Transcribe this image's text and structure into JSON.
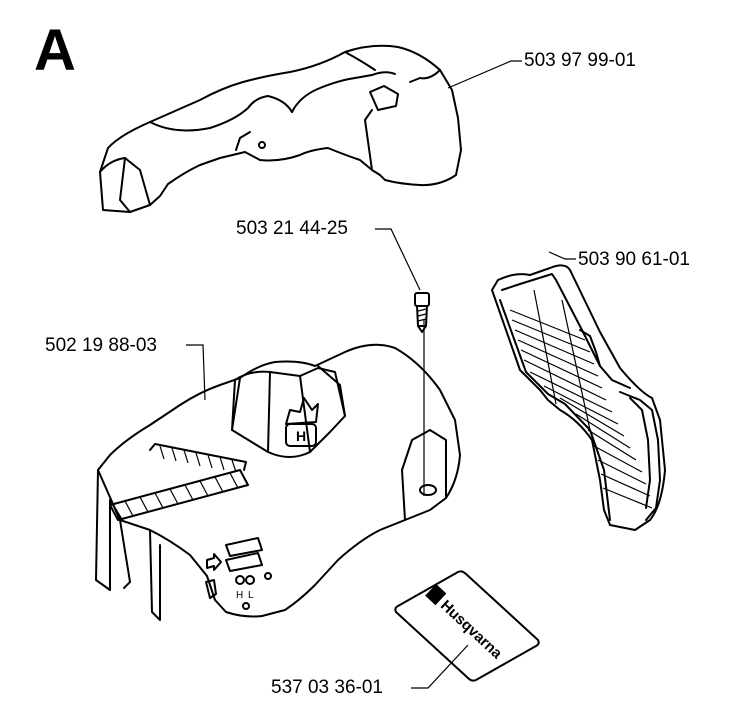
{
  "section_letter": "A",
  "parts": {
    "top_cover": "503 97 99-01",
    "screw": "503 21 44-25",
    "air_grille": "503 90 61-01",
    "cylinder_cover": "502 19 88-03",
    "decal": "537 03 36-01"
  },
  "decal_brand": "Husqvarna",
  "cover_marks": {
    "h": "H",
    "l": "L"
  }
}
